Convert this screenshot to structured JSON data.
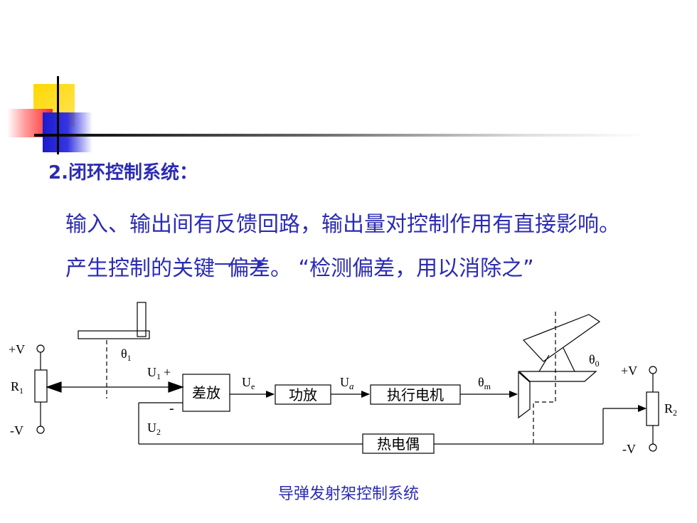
{
  "heading": "2.闭环控制系统：",
  "paragraph": {
    "line1": "输入、输出间有反馈回路，输出量对控制作用有直接影响。",
    "line2_prefix": "产生控制的关键",
    "line2_arrow_word": "偏差",
    "line2_suffix": "。 “检测偏差，用以消除之”"
  },
  "diagram": {
    "left_pot": {
      "plus": "+V",
      "minus": "-V",
      "name": "R",
      "sub": "1"
    },
    "right_pot": {
      "plus": "+V",
      "minus": "-V",
      "name": "R",
      "sub": "2"
    },
    "theta1": {
      "base": "θ",
      "sub": "1"
    },
    "theta0": {
      "base": "θ",
      "sub": "0"
    },
    "theta_m": {
      "base": "θ",
      "sub": "m"
    },
    "u1": {
      "base": "U",
      "sub": "1",
      "sign": "+"
    },
    "u2": {
      "base": "U",
      "sub": "2",
      "sign": "-"
    },
    "ue": {
      "base": "U",
      "sub": "e"
    },
    "ua": {
      "base": "U",
      "sub": "a"
    },
    "blocks": {
      "diff_amp": "差放",
      "power_amp": "功放",
      "motor": "执行电机",
      "thermocouple": "热电偶"
    }
  },
  "caption": "导弹发射架控制系统",
  "colors": {
    "text_blue": "#2b2bb4",
    "accent_yellow": "#ffd800",
    "accent_red": "#ff2a2a",
    "accent_blue": "#1a1ad0"
  }
}
